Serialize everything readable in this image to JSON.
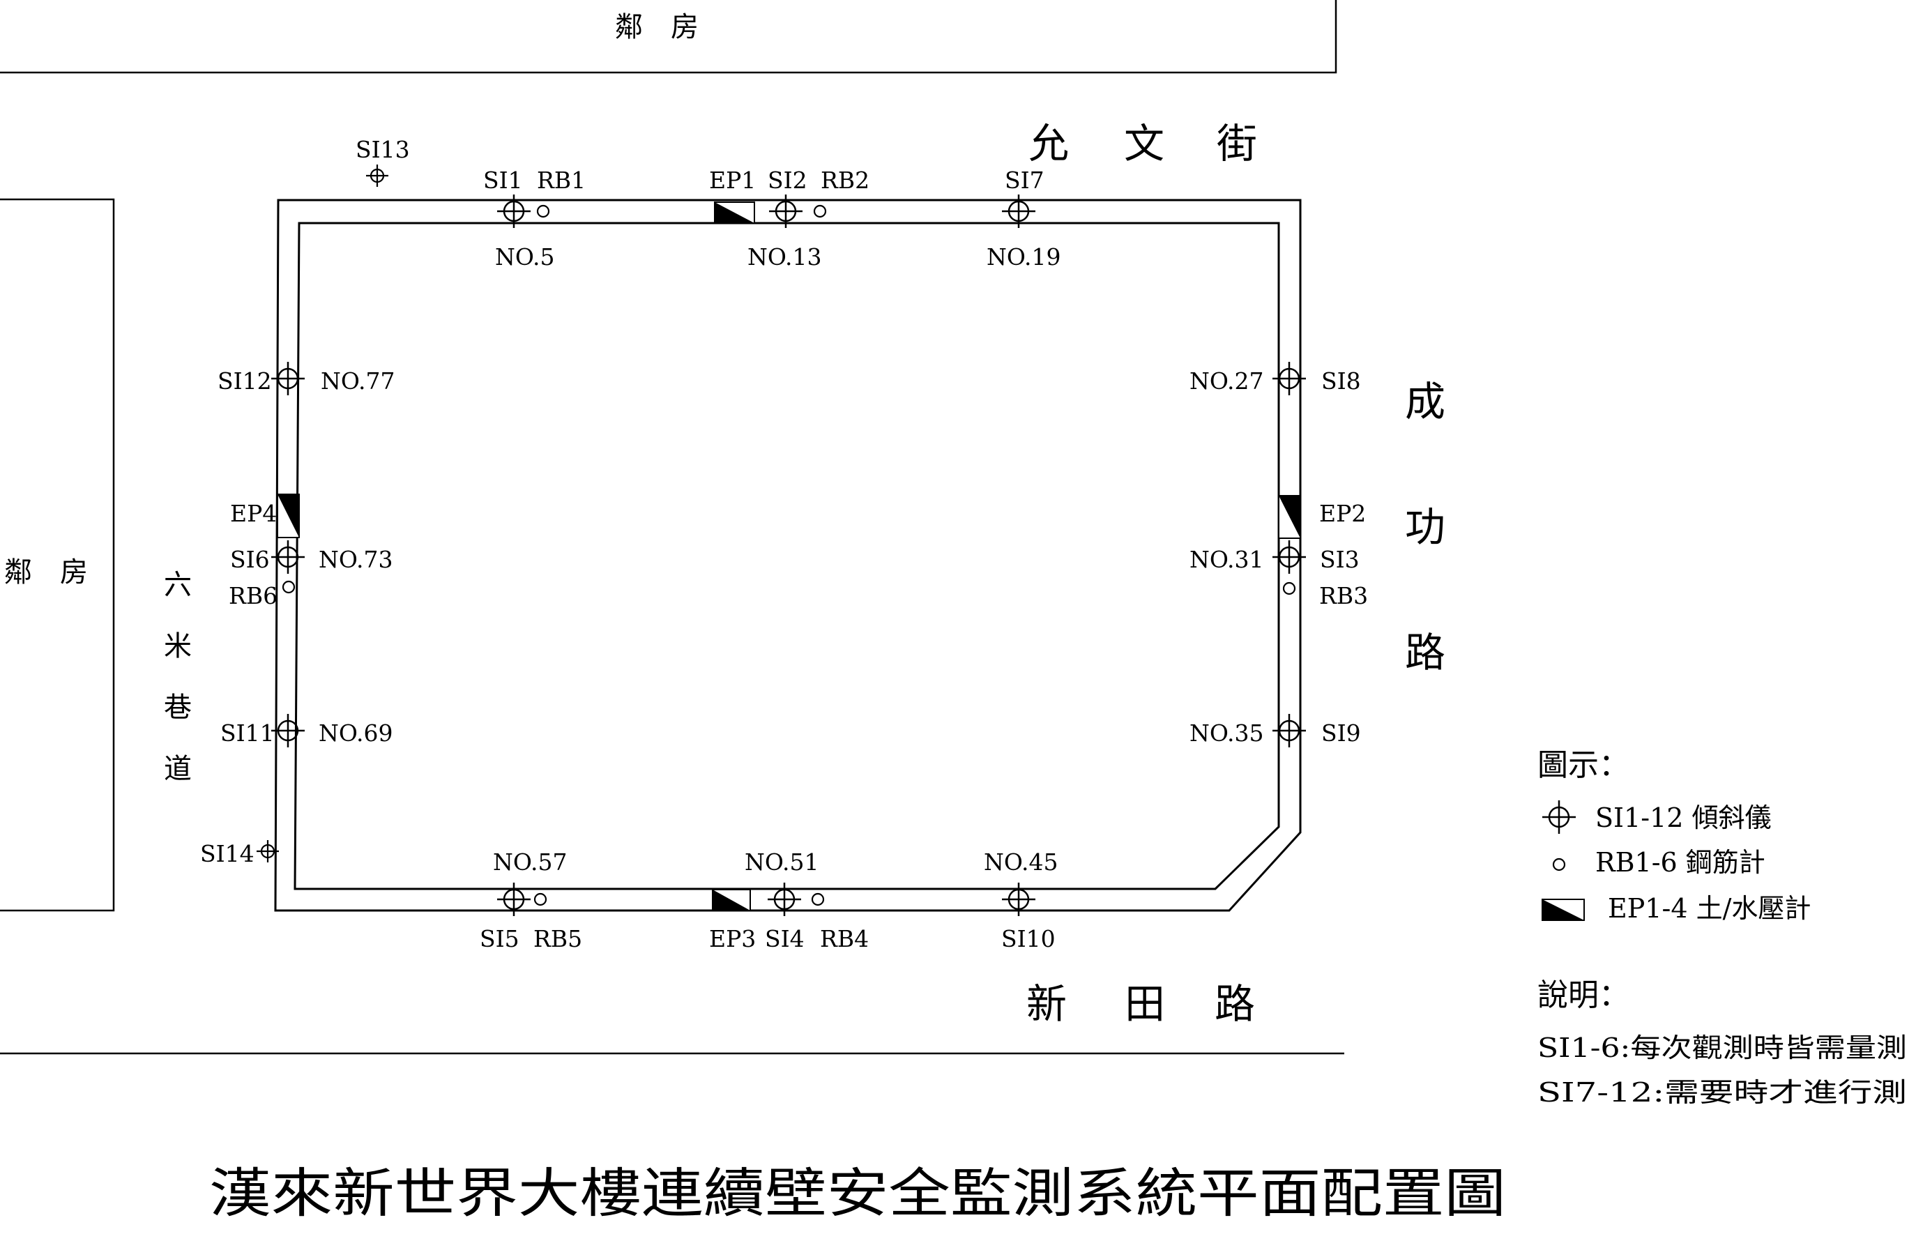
{
  "title": "漢來新世界大樓連續壁安全監測系統平面配置圖",
  "neighbors": {
    "top": "鄰　房",
    "left": "鄰　房"
  },
  "streets": {
    "north": [
      "允",
      "文",
      "街"
    ],
    "east": [
      "成",
      "功",
      "路"
    ],
    "south": [
      "新",
      "田",
      "路"
    ],
    "west": [
      "六",
      "米",
      "巷",
      "道"
    ]
  },
  "inclinometers": [
    {
      "id": "SI1",
      "label": "SI1"
    },
    {
      "id": "SI2",
      "label": "SI2"
    },
    {
      "id": "SI3",
      "label": "SI3"
    },
    {
      "id": "SI4",
      "label": "SI4"
    },
    {
      "id": "SI5",
      "label": "SI5"
    },
    {
      "id": "SI6",
      "label": "SI6"
    },
    {
      "id": "SI7",
      "label": "SI7"
    },
    {
      "id": "SI8",
      "label": "SI8"
    },
    {
      "id": "SI9",
      "label": "SI9"
    },
    {
      "id": "SI10",
      "label": "SI10"
    },
    {
      "id": "SI11",
      "label": "SI11"
    },
    {
      "id": "SI12",
      "label": "SI12"
    },
    {
      "id": "SI13",
      "label": "SI13"
    },
    {
      "id": "SI14",
      "label": "SI14"
    }
  ],
  "rebar_gauges": [
    {
      "id": "RB1",
      "label": "RB1"
    },
    {
      "id": "RB2",
      "label": "RB2"
    },
    {
      "id": "RB3",
      "label": "RB3"
    },
    {
      "id": "RB4",
      "label": "RB4"
    },
    {
      "id": "RB5",
      "label": "RB5"
    },
    {
      "id": "RB6",
      "label": "RB6"
    }
  ],
  "pressure_cells": [
    {
      "id": "EP1",
      "label": "EP1"
    },
    {
      "id": "EP2",
      "label": "EP2"
    },
    {
      "id": "EP3",
      "label": "EP3"
    },
    {
      "id": "EP4",
      "label": "EP4"
    }
  ],
  "wall_panels": [
    "NO.5",
    "NO.13",
    "NO.19",
    "NO.27",
    "NO.31",
    "NO.35",
    "NO.45",
    "NO.51",
    "NO.57",
    "NO.69",
    "NO.73",
    "NO.77"
  ],
  "legend": {
    "heading": "圖示：",
    "items": [
      {
        "symbol": "inclinometer-icon",
        "text": "SI1-12 傾斜儀"
      },
      {
        "symbol": "rebar-gauge-icon",
        "text": "RB1-6 鋼筋計"
      },
      {
        "symbol": "pressure-cell-icon",
        "text": "EP1-4 土/水壓計"
      }
    ]
  },
  "notes": {
    "heading": "說明：",
    "lines": [
      "SI1-6:每次觀測時皆需量測",
      "SI7-12:需要時才進行測"
    ]
  }
}
